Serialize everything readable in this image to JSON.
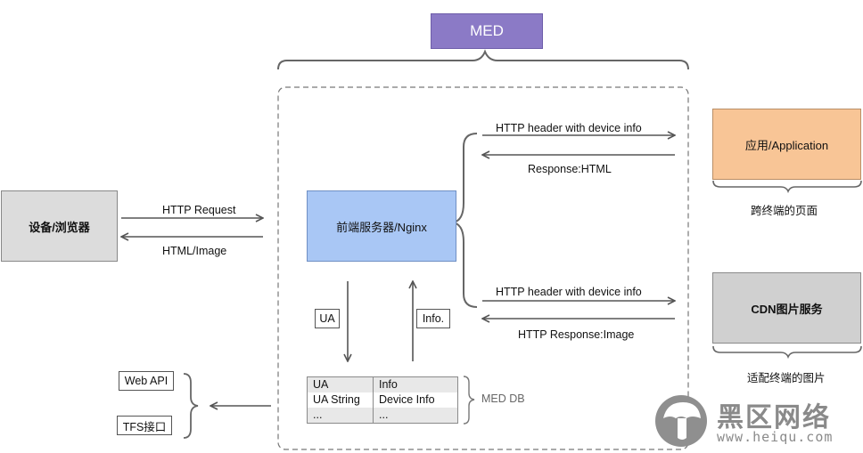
{
  "med": {
    "label": "MED"
  },
  "device": {
    "label": "设备/浏览器"
  },
  "frontend": {
    "label": "前端服务器/Nginx"
  },
  "app": {
    "label": "应用/Application",
    "caption": "跨终端的页面"
  },
  "cdn": {
    "label": "CDN图片服务",
    "caption": "适配终端的图片"
  },
  "arrows": {
    "http_request": "HTTP Request",
    "html_image": "HTML/Image",
    "app_header": "HTTP header with device info",
    "app_response": "Response:HTML",
    "cdn_header": "HTTP header with device info",
    "cdn_response": "HTTP Response:Image",
    "ua": "UA",
    "info": "Info."
  },
  "med_db": {
    "label": "MED DB",
    "rows": [
      {
        "col1": "UA",
        "col2": "Info"
      },
      {
        "col1": "UA String",
        "col2": "Device Info"
      },
      {
        "col1": "...",
        "col2": "..."
      }
    ]
  },
  "interfaces": {
    "web_api": "Web API",
    "tfs": "TFS接口"
  },
  "watermark": {
    "text": "黑区网络",
    "url": "www.heiqu.com"
  },
  "colors": {
    "med": "#8b7ac6",
    "frontend": "#a9c7f5",
    "app": "#f8c596",
    "cdn": "#d0d0d0",
    "device": "#dcdcdc"
  }
}
